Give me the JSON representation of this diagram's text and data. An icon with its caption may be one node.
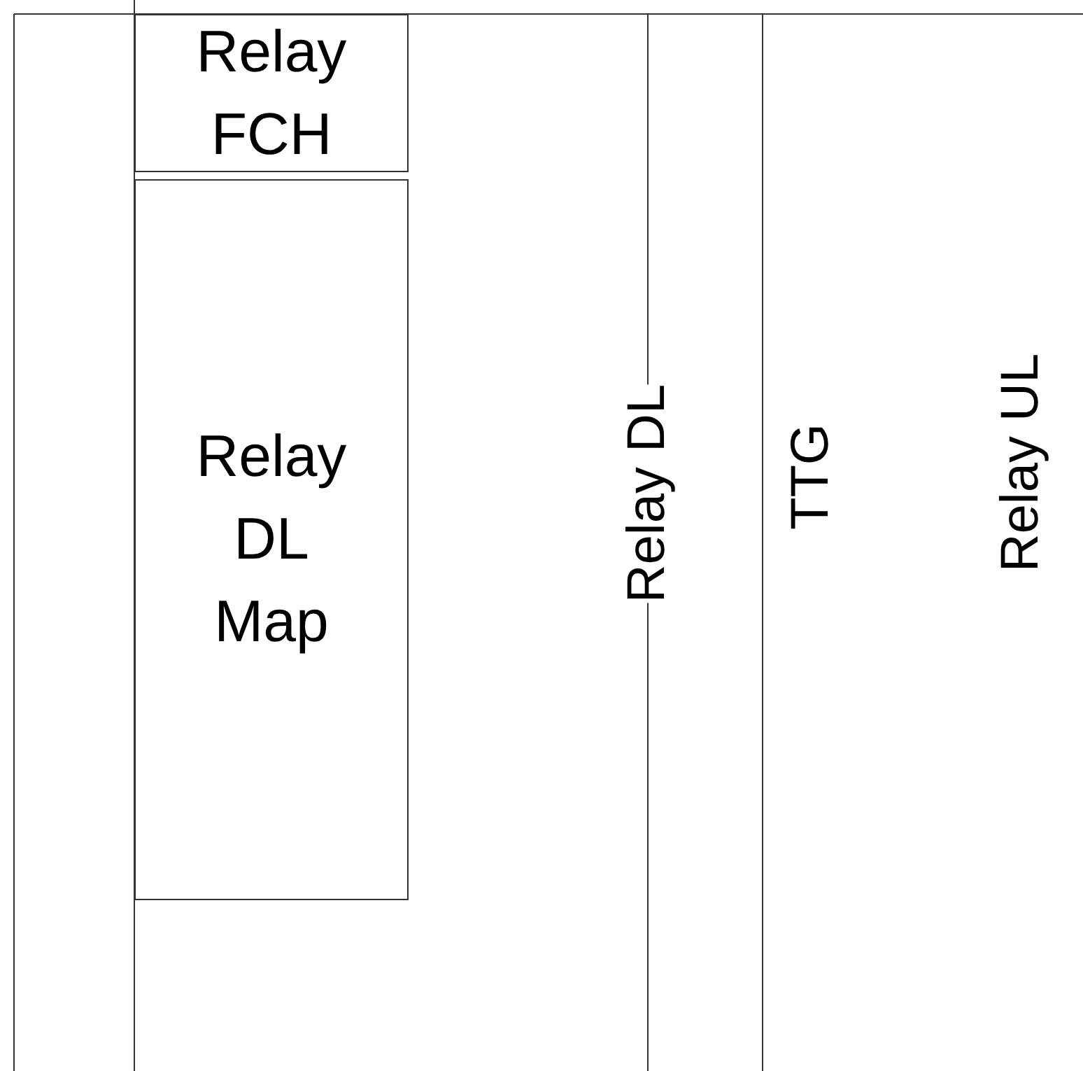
{
  "diagram": {
    "nodes": [
      {
        "text": [
          "Relay FCH"
        ]
      },
      {
        "text": [
          "Relay DL Map"
        ]
      }
    ],
    "labels": [
      "Relay DL",
      "TTG",
      "Relay UL"
    ]
  }
}
